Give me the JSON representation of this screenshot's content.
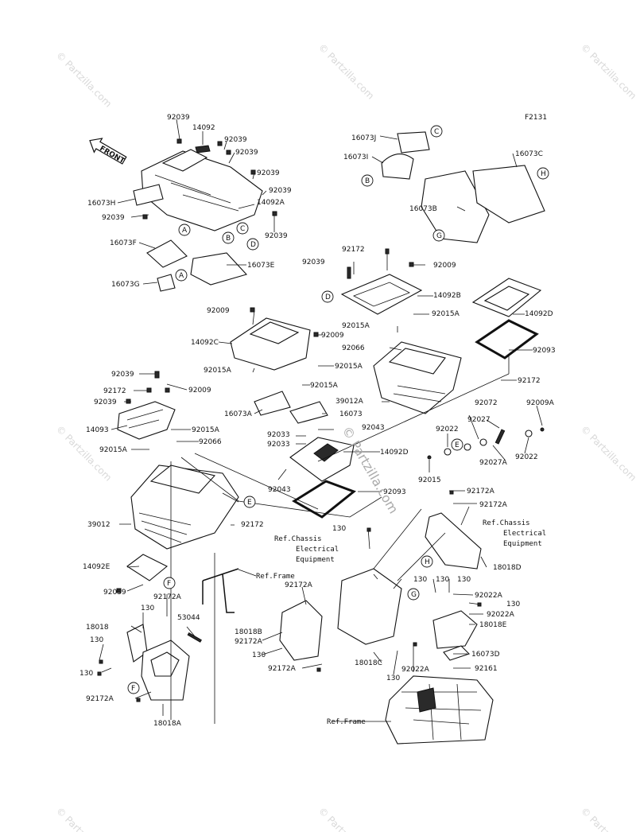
{
  "figure_code": "F2131",
  "front_label": "FRONT",
  "watermark_text": "© Partzilla.com",
  "callouts": {
    "A": "A",
    "B": "B",
    "C": "C",
    "D": "D",
    "E": "E",
    "F": "F",
    "G": "G",
    "H": "H"
  },
  "parts": {
    "p92039_1": "92039",
    "p14092": "14092",
    "p92039_2": "92039",
    "p92039_3": "92039",
    "p92039_4": "92039",
    "p92039_5": "92039",
    "p16073H": "16073H",
    "p14092A": "14092A",
    "p92039_6": "92039",
    "p92039_7": "92039",
    "p16073F": "16073F",
    "p16073E": "16073E",
    "p16073G": "16073G",
    "p16073J": "16073J",
    "p16073I": "16073I",
    "p16073C": "16073C",
    "p16073B": "16073B",
    "p92172_1": "92172",
    "p92039_8": "92039",
    "p92009_1": "92009",
    "p14092B": "14092B",
    "p14092D": "14092D",
    "p92015A_1": "92015A",
    "p92015A_2": "92015A",
    "p92066_1": "92066",
    "p92093_1": "92093",
    "p92172_2": "92172",
    "p39012A": "39012A",
    "p92009_2": "92009",
    "p14092C": "14092C",
    "p92009_3": "92009",
    "p92015A_3": "92015A",
    "p92015A_4": "92015A",
    "p92015A_5": "92015A",
    "p16073A": "16073A",
    "p16073": "16073",
    "p92039_9": "92039",
    "p92172_3": "92172",
    "p92009_4": "92009",
    "p92039_10": "92039",
    "p14093": "14093",
    "p92015A_6": "92015A",
    "p92066_2": "92066",
    "p92015A_7": "92015A",
    "p92043_1": "92043",
    "p92033_1": "92033",
    "p92033_2": "92033",
    "p14092D_2": "14092D",
    "p92043_2": "92043",
    "p92093_2": "92093",
    "p92072": "92072",
    "p92009A": "92009A",
    "p92027": "92027",
    "p92022_1": "92022",
    "p92027A": "92027A",
    "p92022_2": "92022",
    "p92015": "92015",
    "p39012": "39012",
    "p92172_4": "92172",
    "p92172A_1": "92172A",
    "p92172A_2": "92172A",
    "p130_1": "130",
    "p18018D": "18018D",
    "p14092E": "14092E",
    "p92039_11": "92039",
    "p92172A_3": "92172A",
    "p53044": "53044",
    "p130_2": "130",
    "p18018": "18018",
    "p130_3": "130",
    "p130_4": "130",
    "p92172A_4": "92172A",
    "p18018A": "18018A",
    "p92172A_5": "92172A",
    "p18018B": "18018B",
    "p92172A_6": "92172A",
    "p130_5": "130",
    "p92172A_7": "92172A",
    "p130_6": "130",
    "p130_7": "130",
    "p130_8": "130",
    "p92022A_1": "92022A",
    "p130_9": "130",
    "p92022A_2": "92022A",
    "p18018E": "18018E",
    "p18018C": "18018C",
    "p16073D": "16073D",
    "p92161": "92161",
    "p92022A_3": "92022A",
    "p130_10": "130"
  },
  "refs": {
    "chassis_left": [
      "Ref.Chassis",
      "Electrical",
      "Equipment"
    ],
    "chassis_right": [
      "Ref.Chassis",
      "Electrical",
      "Equipment"
    ],
    "frame_top": "Ref.Frame",
    "frame_bottom": "Ref.Frame"
  }
}
